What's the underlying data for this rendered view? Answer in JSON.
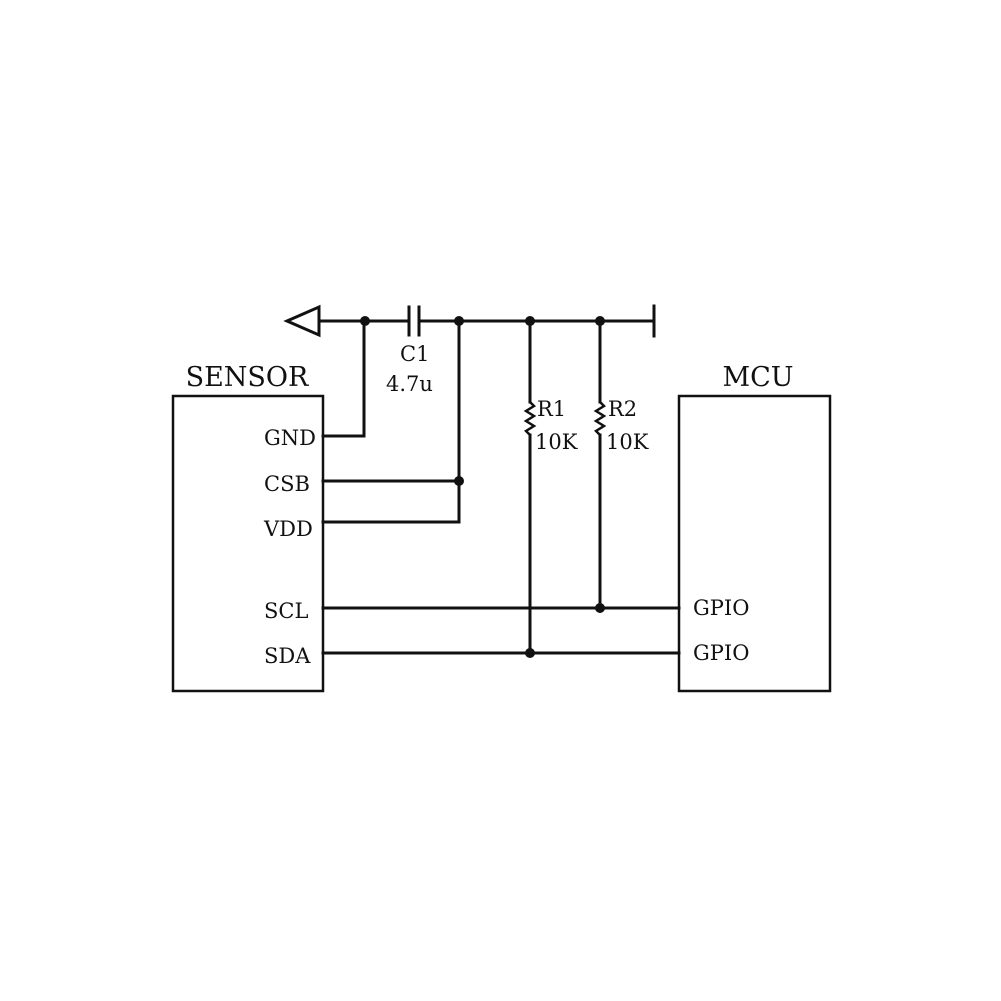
{
  "sensor": {
    "title": "SENSOR",
    "pins": {
      "gnd": "GND",
      "csb": "CSB",
      "vdd": "VDD",
      "scl": "SCL",
      "sda": "SDA"
    }
  },
  "mcu": {
    "title": "MCU",
    "pins": {
      "gpio_scl": "GPIO",
      "gpio_sda": "GPIO"
    }
  },
  "capacitor": {
    "ref": "C1",
    "value": "4.7u"
  },
  "resistor1": {
    "ref": "R1",
    "value": "10K"
  },
  "resistor2": {
    "ref": "R2",
    "value": "10K"
  }
}
